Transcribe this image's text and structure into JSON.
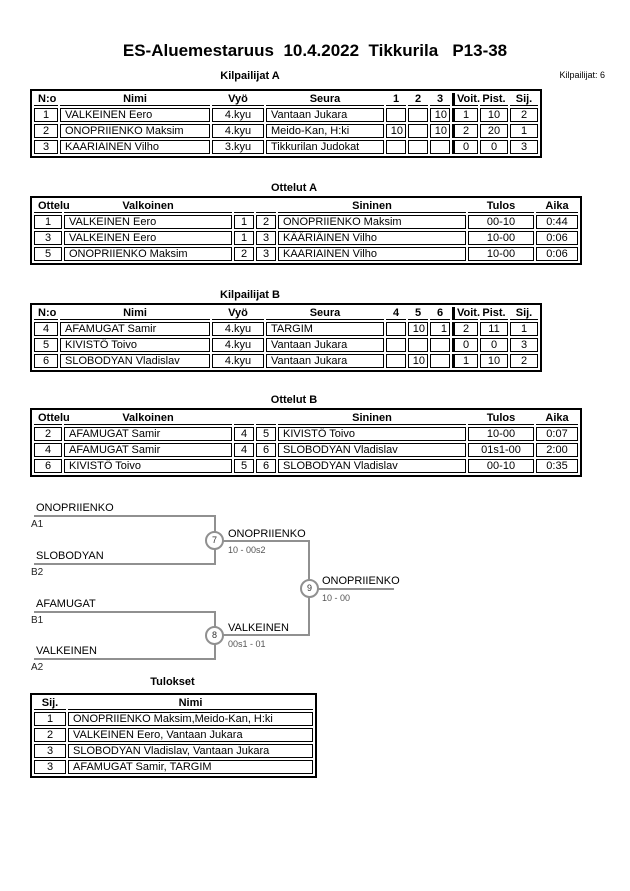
{
  "header": {
    "title": "ES-Aluemestaruus  10.4.2022  Tikkurila   P13-38",
    "participants_count_label": "Kilpailijat: 6"
  },
  "kilpailijatA": {
    "title": "Kilpailijat A",
    "headers": [
      "N:o",
      "Nimi",
      "Vyö",
      "Seura",
      "1",
      "2",
      "3",
      "Voit.",
      "Pist.",
      "Sij."
    ],
    "rows": [
      [
        "1",
        "VALKEINEN Eero",
        "4.kyu",
        "Vantaan Jukara",
        "",
        "",
        "10",
        "1",
        "10",
        "2"
      ],
      [
        "2",
        "ONOPRIIENKO Maksim",
        "4.kyu",
        "Meido-Kan, H:ki",
        "10",
        "",
        "10",
        "2",
        "20",
        "1"
      ],
      [
        "3",
        "KAARIAINEN Vilho",
        "3.kyu",
        "Tikkurilan Judokat",
        "",
        "",
        "",
        "0",
        "0",
        "3"
      ]
    ]
  },
  "otteluA": {
    "title": "Ottelut A",
    "headers": [
      "Ottelu",
      "Valkoinen",
      "",
      "",
      "Sininen",
      "Tulos",
      "Aika"
    ],
    "rows": [
      [
        "1",
        "VALKEINEN Eero",
        "1",
        "2",
        "ONOPRIIENKO Maksim",
        "00-10",
        "0:44"
      ],
      [
        "3",
        "VALKEINEN Eero",
        "1",
        "3",
        "KÄÄRIÄINEN Vilho",
        "10-00",
        "0:06"
      ],
      [
        "5",
        "ONOPRIIENKO Maksim",
        "2",
        "3",
        "KAARIAINEN Vilho",
        "10-00",
        "0:06"
      ]
    ]
  },
  "kilpailijatB": {
    "title": "Kilpailijat B",
    "headers": [
      "N:o",
      "Nimi",
      "Vyö",
      "Seura",
      "4",
      "5",
      "6",
      "Voit.",
      "Pist.",
      "Sij."
    ],
    "rows": [
      [
        "4",
        "AFAMUGAT Samir",
        "4.kyu",
        "TARGIM",
        "",
        "10",
        "1",
        "2",
        "11",
        "1"
      ],
      [
        "5",
        "KIVISTÖ Toivo",
        "4.kyu",
        "Vantaan Jukara",
        "",
        "",
        "",
        "0",
        "0",
        "3"
      ],
      [
        "6",
        "SLOBODYAN Vladislav",
        "4.kyu",
        "Vantaan Jukara",
        "",
        "10",
        "",
        "1",
        "10",
        "2"
      ]
    ]
  },
  "otteluB": {
    "title": "Ottelut B",
    "headers": [
      "Ottelu",
      "Valkoinen",
      "",
      "",
      "Sininen",
      "Tulos",
      "Aika"
    ],
    "rows": [
      [
        "2",
        "AFAMUGAT Samir",
        "4",
        "5",
        "KIVISTÖ Toivo",
        "10-00",
        "0:07"
      ],
      [
        "4",
        "AFAMUGAT Samir",
        "4",
        "6",
        "SLOBODYAN Vladislav",
        "01s1-00",
        "2:00"
      ],
      [
        "6",
        "KIVISTÖ Toivo",
        "5",
        "6",
        "SLOBODYAN Vladislav",
        "00-10",
        "0:35"
      ]
    ]
  },
  "bracket": {
    "semi1": {
      "top_name": "ONOPRIIENKO",
      "top_seed": "A1",
      "bottom_name": "SLOBODYAN",
      "bottom_seed": "B2",
      "match_no": "7",
      "winner": "ONOPRIIENKO",
      "score": "10 - 00s2"
    },
    "semi2": {
      "top_name": "AFAMUGAT",
      "top_seed": "B1",
      "bottom_name": "VALKEINEN",
      "bottom_seed": "A2",
      "match_no": "8",
      "winner": "VALKEINEN",
      "score": "00s1 - 01"
    },
    "final": {
      "match_no": "9",
      "winner": "ONOPRIIENKO",
      "score": "10 - 00"
    },
    "line_color": "#909090"
  },
  "tulokset": {
    "title": "Tulokset",
    "headers": [
      "Sij.",
      "Nimi"
    ],
    "rows": [
      [
        "1",
        "ONOPRIIENKO Maksim,Meido-Kan, H:ki"
      ],
      [
        "2",
        "VALKEINEN Eero, Vantaan Jukara"
      ],
      [
        "3",
        "SLOBODYAN Vladislav, Vantaan Jukara"
      ],
      [
        "3",
        "AFAMUGAT Samir, TARGIM"
      ]
    ]
  }
}
